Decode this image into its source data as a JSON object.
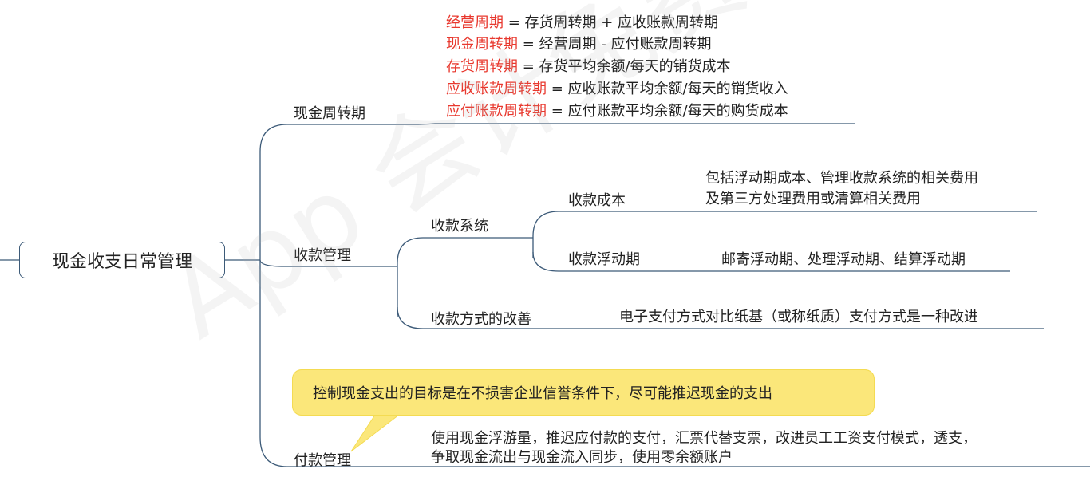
{
  "root": {
    "label": "现金收支日常管理"
  },
  "cash_cycle": {
    "label": "现金周转期",
    "formulas": [
      {
        "term": "经营周期",
        "def": " = 存货周转期 + 应收账款周转期"
      },
      {
        "term": "现金周转期",
        "def": " = 经营周期 - 应付账款周转期"
      },
      {
        "term": "存货周转期",
        "def": " = 存货平均余额/每天的销货成本"
      },
      {
        "term": "应收账款周转期",
        "def": " = 应收账款平均余额/每天的销货收入"
      },
      {
        "term": "应付账款周转期",
        "def": " = 应付账款平均余额/每天的购货成本"
      }
    ]
  },
  "collection": {
    "label": "收款管理",
    "system": {
      "label": "收款系统",
      "cost": {
        "label": "收款成本",
        "desc_line1": "包括浮动期成本、管理收款系统的相关费用",
        "desc_line2": "及第三方处理费用或清算相关费用"
      },
      "float": {
        "label": "收款浮动期",
        "desc": "邮寄浮动期、处理浮动期、结算浮动期"
      }
    },
    "improve": {
      "label": "收款方式的改善",
      "desc": "电子支付方式对比纸基（或称纸质）支付方式是一种改进"
    }
  },
  "payment": {
    "label": "付款管理",
    "callout": "控制现金支出的目标是在不损害企业信誉条件下，尽可能推迟现金的支出",
    "desc_line1": "使用现金浮游量，推迟应付款的支付，汇票代替支票，改进员工工资支付模式，透支，",
    "desc_line2": "争取现金流出与现金流入同步，使用零余额账户"
  },
  "watermark": "App  会计免费视频题库",
  "colors": {
    "line": "#3c5a78",
    "term": "#e8382e",
    "callout": "#fbe77a"
  }
}
